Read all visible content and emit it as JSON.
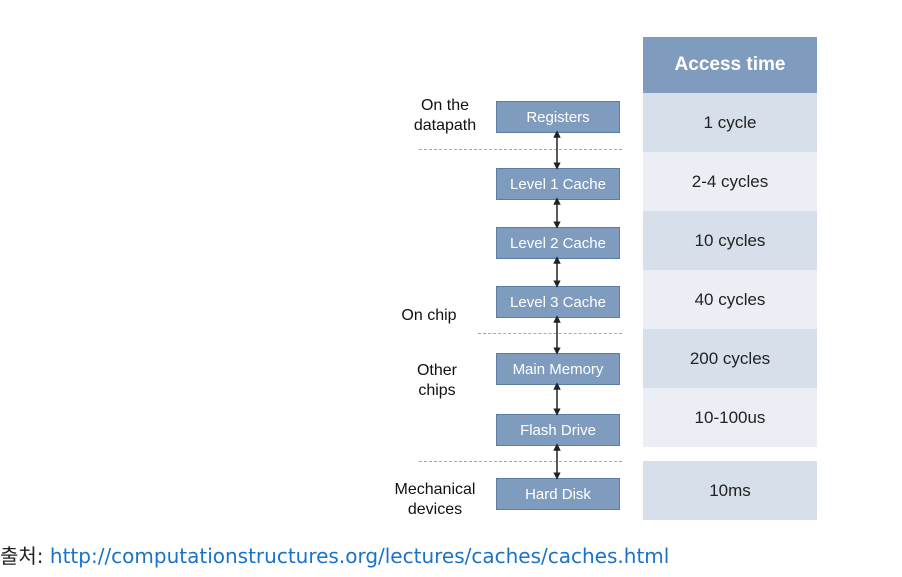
{
  "header": {
    "access_time_label": "Access time"
  },
  "levels": [
    {
      "label": "Registers",
      "access_time": "1 cycle"
    },
    {
      "label": "Level 1 Cache",
      "access_time": "2-4 cycles"
    },
    {
      "label": "Level 2 Cache",
      "access_time": "10 cycles"
    },
    {
      "label": "Level 3 Cache",
      "access_time": "40 cycles"
    },
    {
      "label": "Main Memory",
      "access_time": "200 cycles"
    },
    {
      "label": "Flash Drive",
      "access_time": "10-100us"
    },
    {
      "label": "Hard Disk",
      "access_time": "10ms"
    }
  ],
  "groups": {
    "datapath": "On the datapath",
    "on_chip": "On chip",
    "other_chips": "Other chips",
    "mechanical": "Mechanical devices"
  },
  "caption": {
    "prefix": "출처: ",
    "url": "http://computationstructures.org/lectures/caches/caches.html"
  },
  "colors": {
    "box_fill": "#7f9cbf",
    "header_fill": "#7f9cbf",
    "row_dark": "#d6dfea",
    "row_light": "#ebeff5",
    "divider": "#8fb0d6",
    "link": "#1a73c8"
  }
}
